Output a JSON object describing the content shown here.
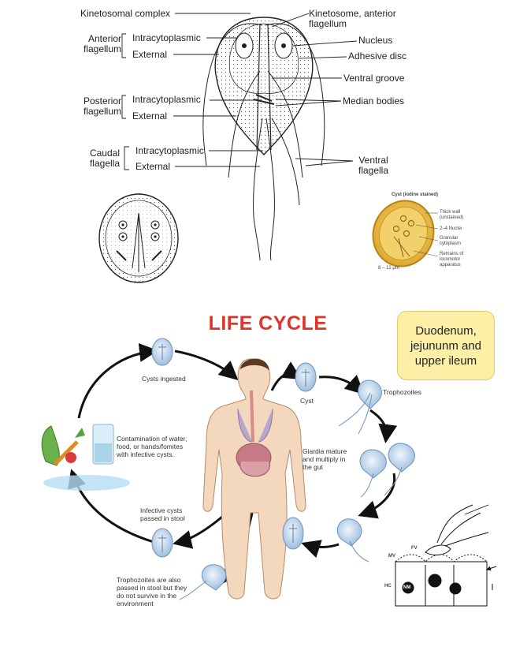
{
  "anatomy": {
    "kinetosomal_complex": "Kinetosomal complex",
    "kinetosome_anterior": "Kinetosome, anterior flagellum",
    "anterior_flagellum": "Anterior flagellum",
    "posterior_flagellum": "Posterior flagellum",
    "caudal_flagella": "Caudal flagella",
    "intracytoplasmic": "Intracytoplasmic",
    "external": "External",
    "nucleus": "Nucleus",
    "adhesive_disc": "Adhesive disc",
    "ventral_groove": "Ventral groove",
    "median_bodies": "Median bodies",
    "ventral_flagella": "Ventral flagella"
  },
  "cyst_inset": {
    "title": "Cyst (iodine stained)",
    "thick_wall": "Thick wall (unstained)",
    "nuclei": "2–4 Nuclei",
    "granular": "Granular cytoplasm",
    "remains": "Remains of locomotor apparatus",
    "size": "8 – 12 μm"
  },
  "life_cycle": {
    "title": "LIFE CYCLE",
    "site": "Duodenum, jejununm and upper ileum",
    "cysts_ingested": "Cysts ingested",
    "cyst": "Cyst",
    "trophozoites": "Trophozoites",
    "contamination": "Contamination of water, food, or hands/fomites with infective cysts.",
    "giardia_mature": "Giardia mature and multiply in the gut",
    "infective_cysts": "Infective cysts passed in stool",
    "troph_passed": "Trophozoites are also passed in stool but they do not survive in the environment"
  },
  "tissue": {
    "mv": "MV",
    "fv": "FV",
    "hc": "HC",
    "nm": "NM"
  },
  "colors": {
    "title_red": "#e0342b",
    "site_box": "#fdf0a6",
    "cyst_yellow": "#f0c23a",
    "cyst_blue": "#c9dcef"
  }
}
